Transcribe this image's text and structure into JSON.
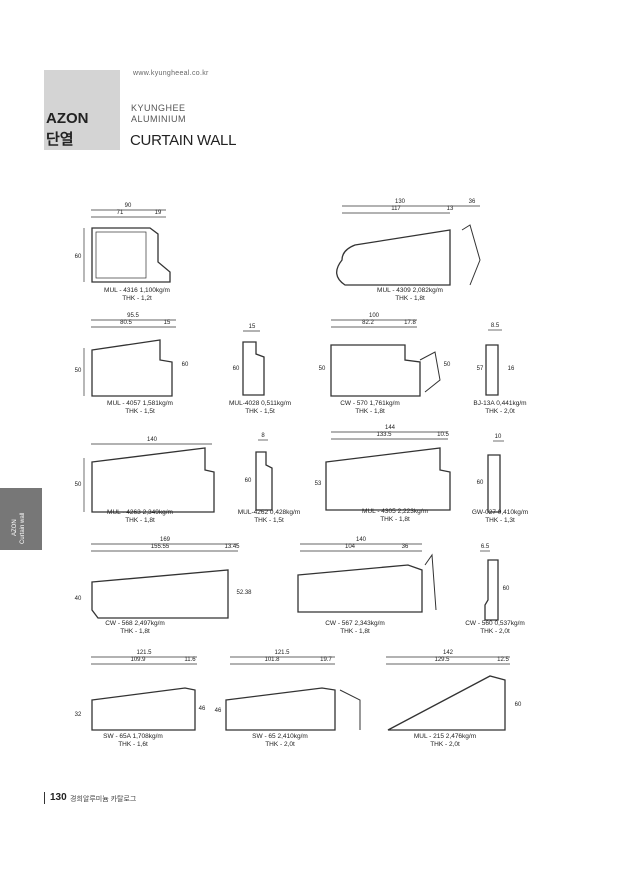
{
  "header": {
    "url": "www.kyungheeal.co.kr",
    "brand_code": "AZON",
    "brand_kr": "단열",
    "company_line1": "KYUNGHEE",
    "company_line2": "ALUMINIUM",
    "section_title": "CURTAIN WALL"
  },
  "side_tab": {
    "line1": "Curtain wall",
    "line2": "AZON"
  },
  "footer": {
    "page_number": "130",
    "caption": "경희알루미늄 카탈로그"
  },
  "profiles": [
    {
      "id": "p1",
      "code": "MUL - 4316",
      "weight": "1,100kg/m",
      "thk": "THK - 1,2t",
      "dims": [
        "90",
        "71",
        "19",
        "60"
      ]
    },
    {
      "id": "p2",
      "code": "MUL - 4309",
      "weight": "2,082kg/m",
      "thk": "THK - 1,8t",
      "dims": [
        "130",
        "117",
        "13",
        "36"
      ]
    },
    {
      "id": "p3",
      "code": "MUL - 4057",
      "weight": "1,581kg/m",
      "thk": "THK - 1,5t",
      "dims": [
        "95.5",
        "80.5",
        "15",
        "50",
        "60"
      ]
    },
    {
      "id": "p4",
      "code": "MUL-4028",
      "weight": "0,511kg/m",
      "thk": "THK - 1,5t",
      "dims": [
        "15",
        "60"
      ]
    },
    {
      "id": "p5",
      "code": "CW - 570",
      "weight": "1,761kg/m",
      "thk": "THK - 1,8t",
      "dims": [
        "100",
        "82.2",
        "17.8",
        "50",
        "50"
      ]
    },
    {
      "id": "p6",
      "code": "BJ-13A",
      "weight": "0,441kg/m",
      "thk": "THK - 2,0t",
      "dims": [
        "8.5",
        "57",
        "16"
      ]
    },
    {
      "id": "p7",
      "code": "MUL - 4263",
      "weight": "2,349kg/m",
      "thk": "THK - 1,8t",
      "dims": [
        "140",
        "50"
      ]
    },
    {
      "id": "p8",
      "code": "MUL-4262",
      "weight": "0,428kg/m",
      "thk": "THK - 1,5t",
      "dims": [
        "8",
        "60"
      ]
    },
    {
      "id": "p9",
      "code": "MUL - 4305",
      "weight": "2,223kg/m",
      "thk": "THK - 1,8t",
      "dims": [
        "144",
        "133.5",
        "10.5",
        "53"
      ]
    },
    {
      "id": "p10",
      "code": "GW-027",
      "weight": "0,410kg/m",
      "thk": "THK - 1,3t",
      "dims": [
        "10",
        "60"
      ]
    },
    {
      "id": "p11",
      "code": "CW - 568",
      "weight": "2,497kg/m",
      "thk": "THK - 1,8t",
      "dims": [
        "169",
        "155.55",
        "13.45",
        "40",
        "52.38"
      ]
    },
    {
      "id": "p12",
      "code": "CW - 567",
      "weight": "2,343kg/m",
      "thk": "THK - 1,8t",
      "dims": [
        "140",
        "104",
        "36"
      ]
    },
    {
      "id": "p13",
      "code": "CW - 560",
      "weight": "0,537kg/m",
      "thk": "THK - 2,0t",
      "dims": [
        "6.5",
        "60"
      ]
    },
    {
      "id": "p14",
      "code": "SW - 65A",
      "weight": "1,708kg/m",
      "thk": "THK - 1,6t",
      "dims": [
        "121.5",
        "109.9",
        "11.6",
        "32",
        "46"
      ]
    },
    {
      "id": "p15",
      "code": "SW - 65",
      "weight": "2,410kg/m",
      "thk": "THK - 2,0t",
      "dims": [
        "121.5",
        "101.8",
        "19.7",
        "46"
      ]
    },
    {
      "id": "p16",
      "code": "MUL - 215",
      "weight": "2,476kg/m",
      "thk": "THK - 2,0t",
      "dims": [
        "142",
        "129.5",
        "12.5",
        "60"
      ]
    }
  ]
}
